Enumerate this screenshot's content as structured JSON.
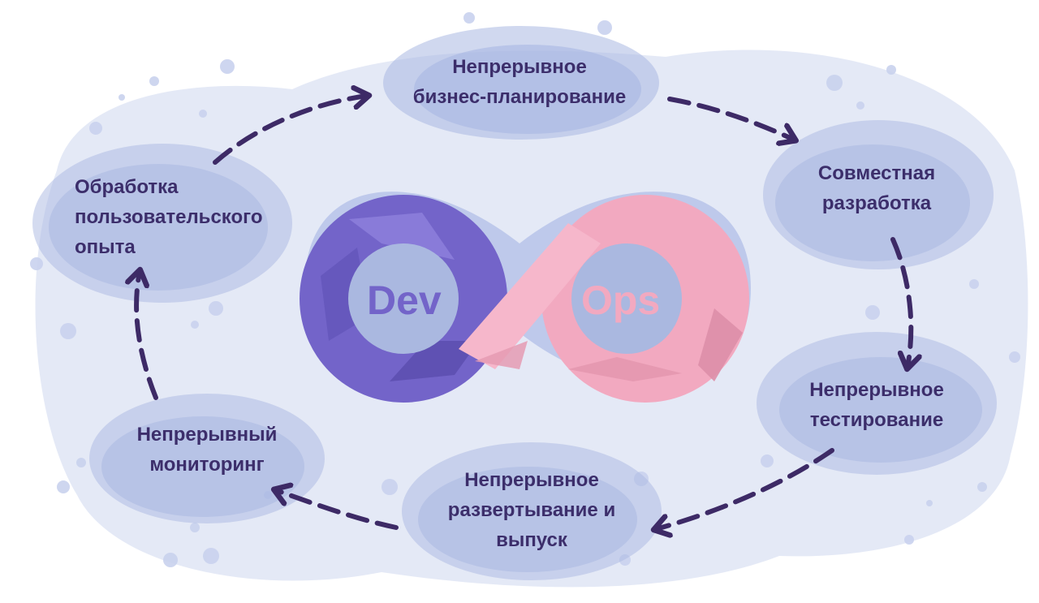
{
  "diagram": {
    "core": {
      "left": "Dev",
      "right": "Ops"
    },
    "stages": {
      "planning": [
        "Непрерывное",
        "бизнес-планирование"
      ],
      "collab": [
        "Совместная",
        "разработка"
      ],
      "testing": [
        "Непрерывное",
        "тестирование"
      ],
      "deployment": [
        "Непрерывное",
        "развертывание и",
        "выпуск"
      ],
      "monitoring": [
        "Непрерывный",
        "мониторинг"
      ],
      "feedback": [
        "Обработка",
        "пользовательского",
        "опыта"
      ]
    }
  },
  "colors": {
    "background_blob": "#dfe5f5",
    "stage_blob": "#a9b8e2",
    "text": "#3c2e6b",
    "arrow": "#3d2a66",
    "dev": "#7364c9",
    "ops": "#f2a9c0",
    "core_circle": "#aab8e0"
  }
}
